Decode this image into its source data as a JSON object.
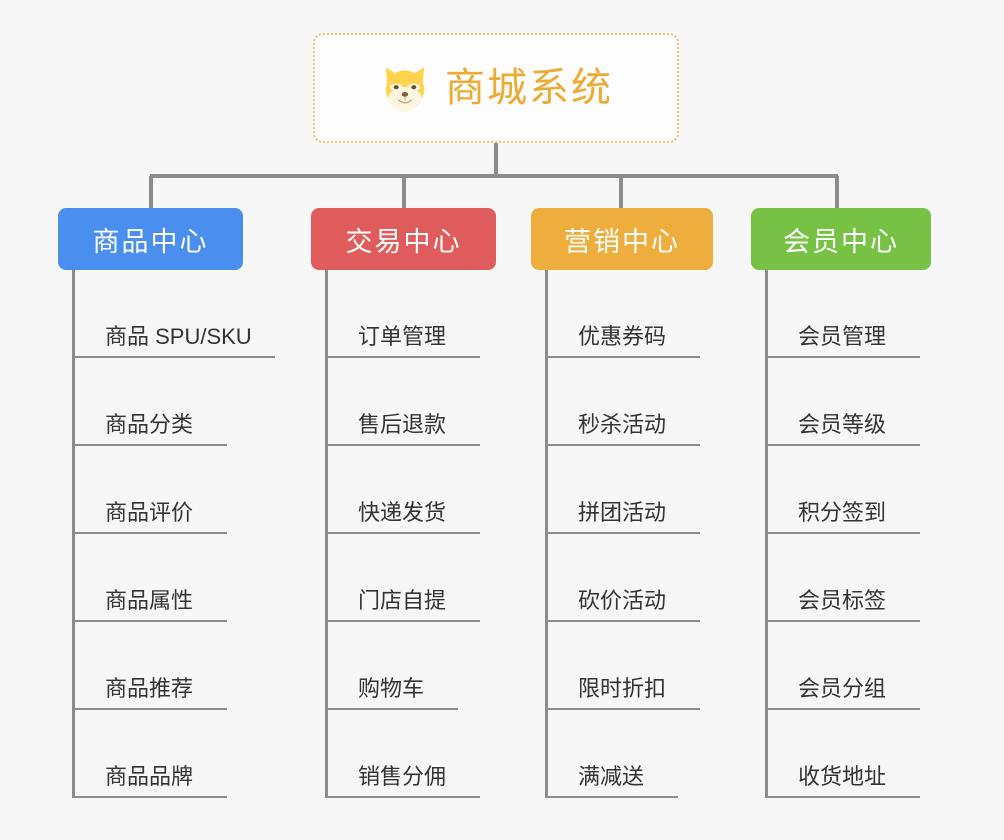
{
  "root": {
    "title": "商城系统",
    "icon": "shiba-dog-icon",
    "border_color": "#f0c070",
    "text_color": "#edab34",
    "background": "#fdfdfd"
  },
  "canvas": {
    "background": "#f7f7f7",
    "connector_color": "#8c8c8c"
  },
  "branches": [
    {
      "label": "商品中心",
      "color": "#4a8ef0",
      "icon": "folder-icon",
      "items": [
        {
          "label": "商品 SPU/SKU",
          "underline_width": 200
        },
        {
          "label": "商品分类",
          "underline_width": 152
        },
        {
          "label": "商品评价",
          "underline_width": 152
        },
        {
          "label": "商品属性",
          "underline_width": 152
        },
        {
          "label": "商品推荐",
          "underline_width": 152
        },
        {
          "label": "商品品牌",
          "underline_width": 152
        }
      ]
    },
    {
      "label": "交易中心",
      "color": "#e05c5c",
      "icon": "folder-icon",
      "items": [
        {
          "label": "订单管理",
          "underline_width": 152
        },
        {
          "label": "售后退款",
          "underline_width": 152
        },
        {
          "label": "快递发货",
          "underline_width": 152
        },
        {
          "label": "门店自提",
          "underline_width": 152
        },
        {
          "label": "购物车",
          "underline_width": 130
        },
        {
          "label": "销售分佣",
          "underline_width": 152
        }
      ]
    },
    {
      "label": "营销中心",
      "color": "#eeae3d",
      "icon": "folder-icon",
      "items": [
        {
          "label": "优惠券码",
          "underline_width": 152
        },
        {
          "label": "秒杀活动",
          "underline_width": 152
        },
        {
          "label": "拼团活动",
          "underline_width": 152
        },
        {
          "label": "砍价活动",
          "underline_width": 152
        },
        {
          "label": "限时折扣",
          "underline_width": 152
        },
        {
          "label": "满减送",
          "underline_width": 130
        }
      ]
    },
    {
      "label": "会员中心",
      "color": "#77c144",
      "icon": "folder-icon",
      "items": [
        {
          "label": "会员管理",
          "underline_width": 152
        },
        {
          "label": "会员等级",
          "underline_width": 152
        },
        {
          "label": "积分签到",
          "underline_width": 152
        },
        {
          "label": "会员标签",
          "underline_width": 152
        },
        {
          "label": "会员分组",
          "underline_width": 152
        },
        {
          "label": "收货地址",
          "underline_width": 152
        }
      ]
    }
  ]
}
